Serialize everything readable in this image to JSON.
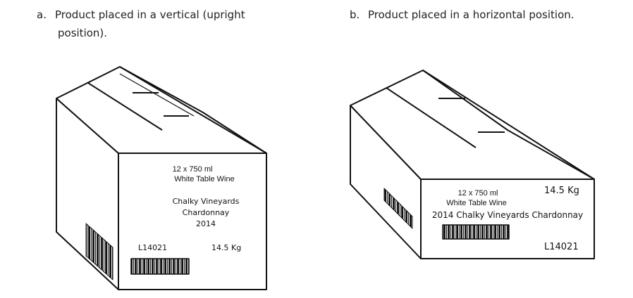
{
  "captions": {
    "a": {
      "marker": "a.",
      "line1": "Product placed in a vertical (upright",
      "line2": "position)."
    },
    "b": {
      "marker": "b.",
      "line1": "Product placed in a horizontal position."
    }
  },
  "box_a": {
    "qty": "12  x  750 ml",
    "type": "White Table Wine",
    "producer": "Chalky Vineyards",
    "variety": "Chardonnay",
    "year": "2014",
    "lot": "L14021",
    "weight": "14.5 Kg"
  },
  "box_b": {
    "qty": "12  x  750 ml",
    "type": "White Table Wine",
    "description": "2014 Chalky Vineyards Chardonnay",
    "lot": "L14021",
    "weight": "14.5 Kg"
  }
}
